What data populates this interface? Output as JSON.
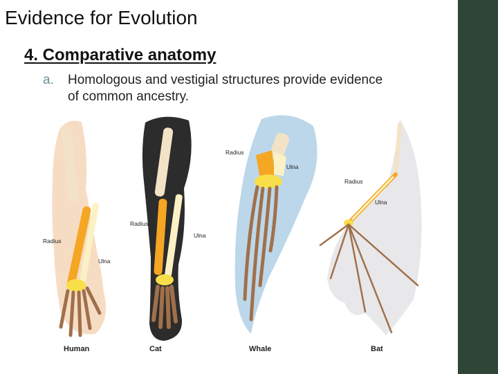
{
  "slide": {
    "title": "Evidence for Evolution",
    "subheading": "4. Comparative anatomy",
    "bullet_marker": "a.",
    "bullet_line1": "Homologous and vestigial structures provide evidence",
    "bullet_line2": "of common ancestry."
  },
  "figure": {
    "panels": [
      {
        "name": "Human",
        "radius_label": "Radius",
        "ulna_label": "Ulna"
      },
      {
        "name": "Cat",
        "radius_label": "Radius",
        "ulna_label": "Ulna"
      },
      {
        "name": "Whale",
        "radius_label": "Radius",
        "ulna_label": "Ulna"
      },
      {
        "name": "Bat",
        "radius_label": "Radius",
        "ulna_label": "Ulna"
      }
    ],
    "colors": {
      "radius": "#f5a623",
      "ulna": "#fbf1c4",
      "humerus": "#f3e3c6",
      "carpals": "#f8df4a",
      "digits": "#a0704b",
      "human_skin": "#f7dcc4",
      "cat_fur": "#2c2c2c",
      "whale_flipper": "#bcd7ea",
      "bat_membrane": "#e8e8ea",
      "side_bar": "#2f4538"
    }
  }
}
